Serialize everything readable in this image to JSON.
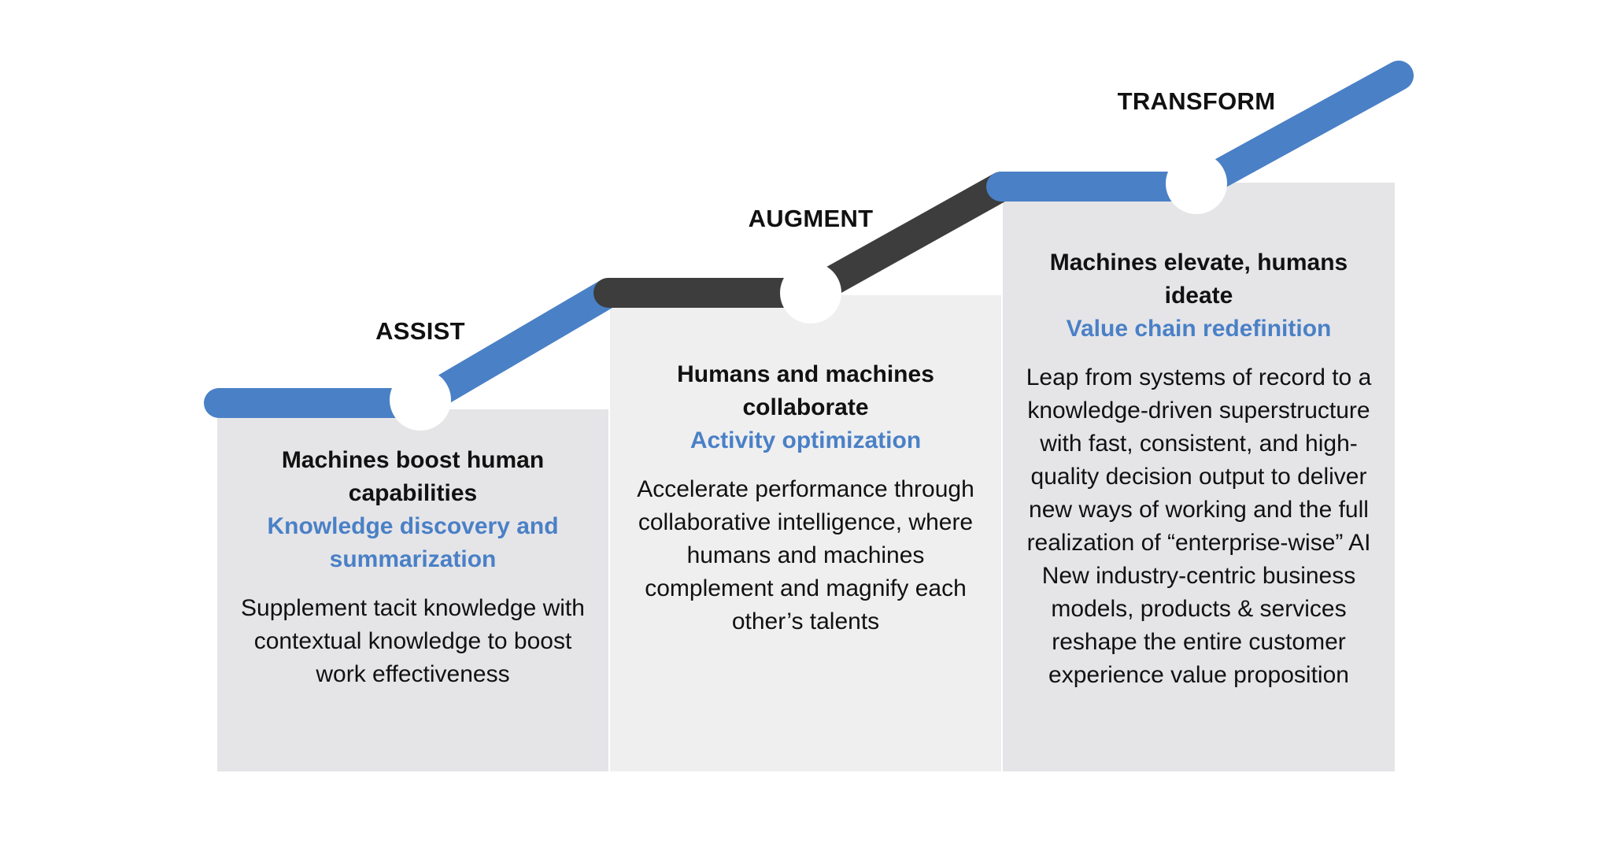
{
  "colors": {
    "accent_blue": "#4a80c6",
    "dark_gray": "#3d3d3d",
    "panel_1": "#e5e5e8",
    "panel_2": "#efeff0",
    "panel_3": "#e5e5e8",
    "node": "#ffffff"
  },
  "stages": [
    {
      "label": "ASSIST",
      "title": "Machines boost human capabilities",
      "subtitle": "Knowledge discovery and summarization",
      "body": "Supplement tacit knowledge with contextual knowledge to boost work effectiveness"
    },
    {
      "label": "AUGMENT",
      "title": "Humans and machines collaborate",
      "subtitle": "Activity optimization",
      "body": "Accelerate performance through collaborative intelligence, where humans and machines complement and magnify each other’s talents"
    },
    {
      "label": "TRANSFORM",
      "title": "Machines elevate, humans ideate",
      "subtitle": "Value chain redefinition",
      "body": "Leap from systems of record to a knowledge-driven superstructure with fast, consistent, and high-quality decision output to deliver new ways of working and the full realization of “enterprise-wise” AI New industry-centric business models, products & services reshape the entire customer experience value proposition"
    }
  ]
}
